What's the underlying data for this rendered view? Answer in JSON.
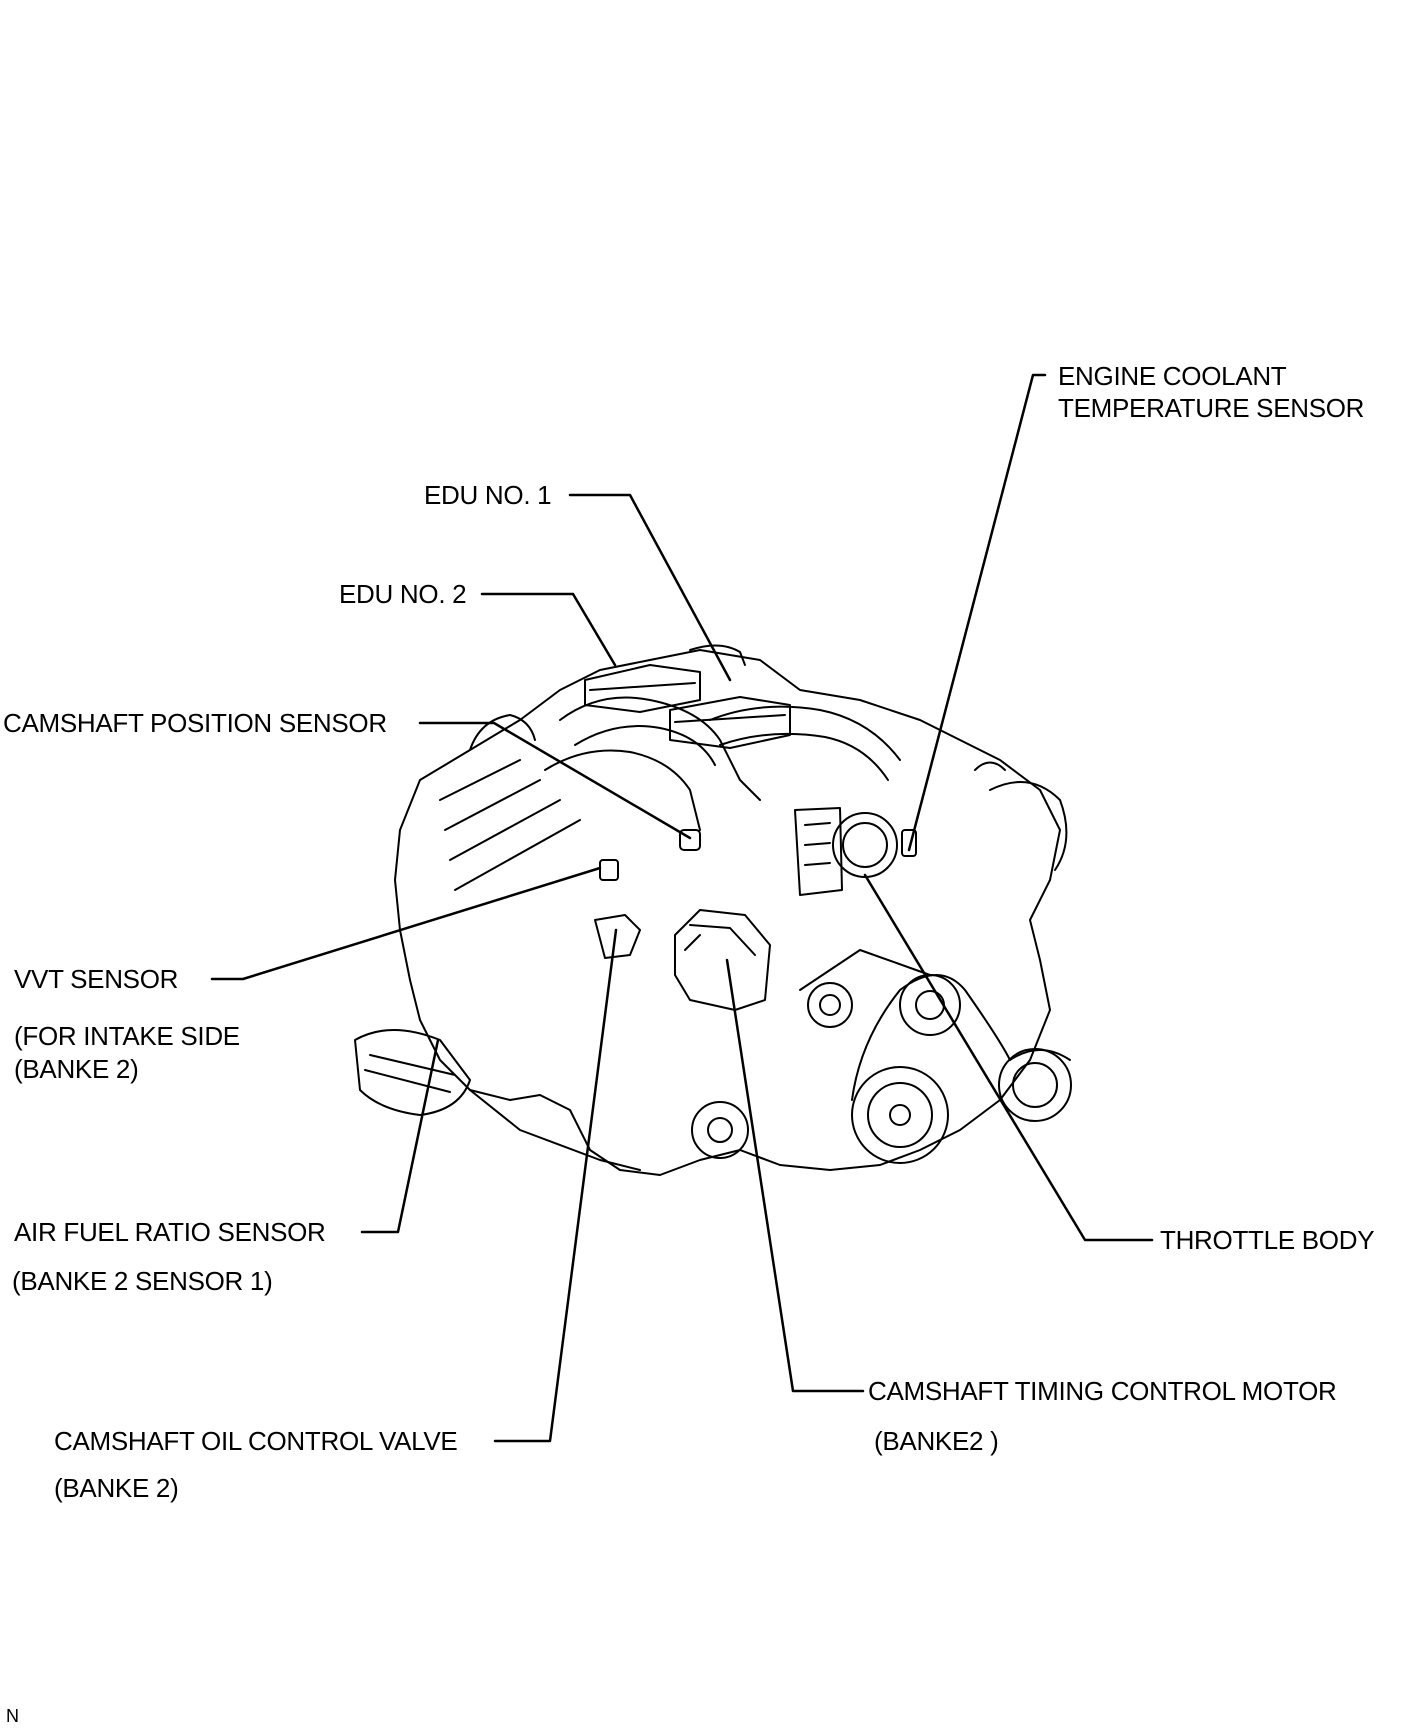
{
  "diagram": {
    "labels": {
      "coolant_line1": "ENGINE COOLANT",
      "coolant_line2": "TEMPERATURE SENSOR",
      "edu1": "EDU NO. 1",
      "edu2": "EDU NO. 2",
      "cam_pos": "CAMSHAFT POSITION SENSOR",
      "vvt_line1": "VVT SENSOR",
      "vvt_line2": "(FOR INTAKE SIDE",
      "vvt_line3": "(BANKE 2)",
      "afr_line1": "AIR FUEL RATIO SENSOR",
      "afr_line2": "(BANKE 2 SENSOR 1)",
      "ocv_line1": "CAMSHAFT OIL CONTROL VALVE",
      "ocv_line2": "(BANKE 2)",
      "throttle": "THROTTLE BODY",
      "timing_line1": "CAMSHAFT TIMING CONTROL MOTOR",
      "timing_line2": "(BANKE2 )",
      "corner_mark": "N"
    },
    "colors": {
      "ink": "#000000",
      "paper": "#ffffff"
    }
  }
}
